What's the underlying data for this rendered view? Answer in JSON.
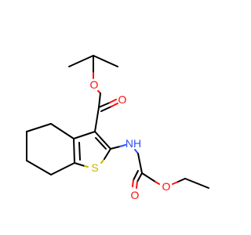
{
  "molecule": {
    "atoms": [
      {
        "id": "O_ester",
        "text": "O",
        "color": "#ff0d0d"
      },
      {
        "id": "O_carbonyl",
        "text": "O",
        "color": "#ff0d0d"
      },
      {
        "id": "N_amide",
        "text": "NH",
        "color": "#3050f8"
      },
      {
        "id": "S_ring",
        "text": "S",
        "color": "#c8b400"
      },
      {
        "id": "O_carbamate_carbonyl",
        "text": "O",
        "color": "#ff0d0d"
      },
      {
        "id": "O_carbamate_ether",
        "text": "O",
        "color": "#ff0d0d"
      }
    ]
  }
}
